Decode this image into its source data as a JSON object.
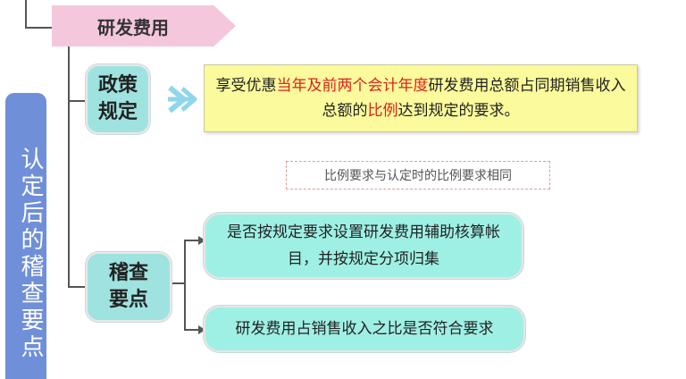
{
  "side_tab": {
    "label": "认定后的稽查要点"
  },
  "heading": {
    "label": "研发费用"
  },
  "policy": {
    "label": "政策规定",
    "text_parts": [
      {
        "text": "享受优惠",
        "highlight": false
      },
      {
        "text": "当年及前两个会计年度",
        "highlight": true
      },
      {
        "text": "研发费用总额占同期销售收入总额的",
        "highlight": false
      },
      {
        "text": "比例",
        "highlight": true
      },
      {
        "text": "达到规定的要求。",
        "highlight": false
      }
    ],
    "note": "比例要求与认定时的比例要求相同"
  },
  "check_points": {
    "label": "稽查要点",
    "items": [
      {
        "text": "是否按规定要求设置研发费用辅助核算帐目，并按规定分项归集"
      },
      {
        "text": "研发费用占销售收入之比是否符合要求"
      }
    ]
  },
  "colors": {
    "highlight": "#e0201b",
    "side_tab": "#6f8fd8",
    "heading": "#f4c7dd",
    "label_box": "#9fe3e0",
    "policy_box": "#fbfa9c",
    "check_box": "#9ff0e4"
  },
  "icons": {
    "arrow": "right-arrow-icon"
  }
}
